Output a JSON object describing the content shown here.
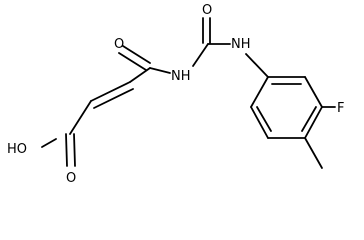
{
  "molecule": {
    "atom_labels": {
      "carbonyl_oxygen_left": "O",
      "carbonyl_oxygen_urea": "O",
      "imide_nh": "NH",
      "aniline_nh": "NH",
      "fluorine": "F",
      "hydroxyl": "HO",
      "acid_oxygen": "O"
    }
  }
}
